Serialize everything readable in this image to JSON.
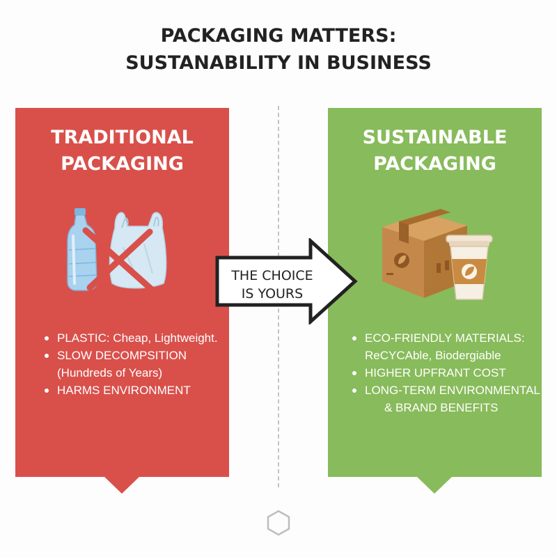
{
  "title": {
    "line1": "PACKAGING MATTERS:",
    "line2": "SUSTANABILITY IN BUSINESS"
  },
  "left_panel": {
    "title_line1": "TRADITIONAL",
    "title_line2": "PACKAGING",
    "color": "#d9504b",
    "illustration": "plastic-bottle-and-bag-crossed-out-icon",
    "bullets": [
      {
        "lines": [
          "PLASTIC: Cheap, Lightweight."
        ]
      },
      {
        "lines": [
          "SLOW DECOMPSITION",
          "(Hundreds of Years)"
        ]
      },
      {
        "lines": [
          "HARMS ENVIRONMENT"
        ]
      }
    ]
  },
  "right_panel": {
    "title_line1": "SUSTAINABLE",
    "title_line2": "PACKAGING",
    "color": "#88bb5b",
    "illustration": "cardboard-box-and-paper-cup-icon",
    "bullets": [
      {
        "lines": [
          "ECO-FRIENDLY MATERIALS:",
          "ReCYCAble, Biodergiable"
        ]
      },
      {
        "lines": [
          "HIGHER UPFRANT COST"
        ]
      },
      {
        "lines": [
          "LONG-TERM ENVIRONMENTAL",
          "& BRAND BENEFITS"
        ]
      }
    ]
  },
  "center_arrow": {
    "line1": "THE CHOICE",
    "line2": "IS YOURS",
    "icon": "right-arrow-icon"
  },
  "footer_icon": "hexagon-icon"
}
